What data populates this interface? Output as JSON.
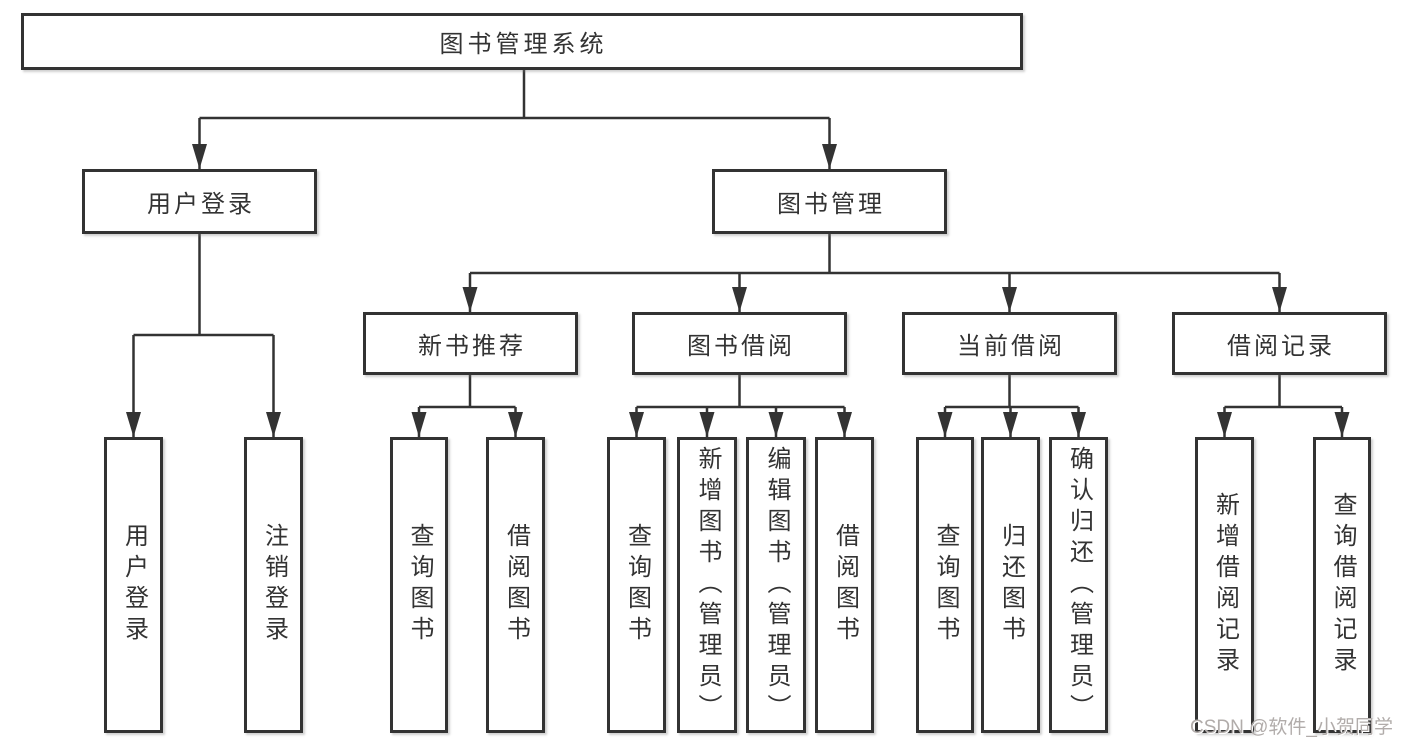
{
  "colors": {
    "background": "#ffffff",
    "line": "#333333",
    "box_border": "#333333",
    "text": "#333333",
    "watermark": "#b1acaa"
  },
  "tree": {
    "label": "图书管理系统",
    "children": [
      {
        "label": "用户登录",
        "children": [
          {
            "label": "用户登录"
          },
          {
            "label": "注销登录"
          }
        ]
      },
      {
        "label": "图书管理",
        "children": [
          {
            "label": "新书推荐",
            "children": [
              {
                "label": "查询图书"
              },
              {
                "label": "借阅图书"
              }
            ]
          },
          {
            "label": "图书借阅",
            "children": [
              {
                "label": "查询图书"
              },
              {
                "label": "新增图书（管理员）"
              },
              {
                "label": "编辑图书（管理员）"
              },
              {
                "label": "借阅图书"
              }
            ]
          },
          {
            "label": "当前借阅",
            "children": [
              {
                "label": "查询图书"
              },
              {
                "label": "归还图书"
              },
              {
                "label": "确认归还（管理员）"
              }
            ]
          },
          {
            "label": "借阅记录",
            "children": [
              {
                "label": "新增借阅记录"
              },
              {
                "label": "查询借阅记录"
              }
            ]
          }
        ]
      }
    ]
  },
  "watermark": {
    "text": "CSDN @软件_小贺同学"
  }
}
